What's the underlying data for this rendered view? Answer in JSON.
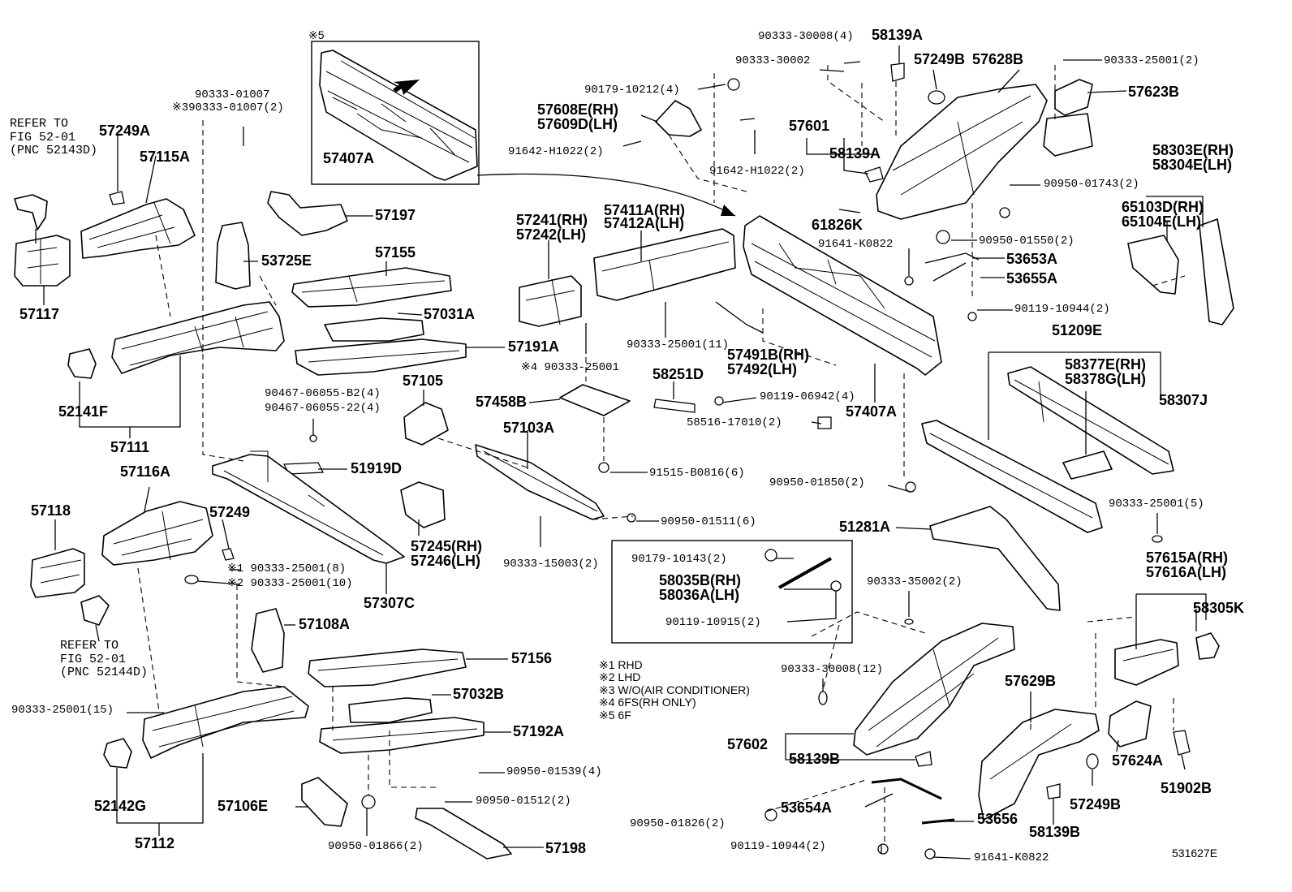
{
  "labels": {
    "l_5": "※5",
    "l_57407a_top": "57407A",
    "l_90333_01007": "90333-01007",
    "l_3_90333_01007": "※390333-01007(2)",
    "l_refer1": "REFER TO\nFIG 52-01\n(PNC 52143D)",
    "l_57249a": "57249A",
    "l_57115a": "57115A",
    "l_57117": "57117",
    "l_57197": "57197",
    "l_53725e": "53725E",
    "l_57155": "57155",
    "l_57031a": "57031A",
    "l_57191a": "57191A",
    "l_4_90333_25001": "※4 90333-25001",
    "l_52141f": "52141F",
    "l_57111": "57111",
    "l_90467_b2": "90467-06055-B2(4)",
    "l_90467_22": "90467-06055-22(4)",
    "l_57105": "57105",
    "l_51919d": "51919D",
    "l_57116a": "57116A",
    "l_57118": "57118",
    "l_57249": "57249",
    "l_1_90333_25001": "※1 90333-25001(8)",
    "l_2_90333_25001": "※2 90333-25001(10)",
    "l_57245": "57245(RH)",
    "l_57246": "57246(LH)",
    "l_57307c": "57307C",
    "l_refer2": "REFER TO\nFIG 52-01\n(PNC 52144D)",
    "l_57108a": "57108A",
    "l_90333_25001_15": "90333-25001(15)",
    "l_57156": "57156",
    "l_57032b": "57032B",
    "l_57192a": "57192A",
    "l_52142g": "52142G",
    "l_57106e": "57106E",
    "l_57112": "57112",
    "l_90950_01539": "90950-01539(4)",
    "l_90950_01512": "90950-01512(2)",
    "l_90950_01866": "90950-01866(2)",
    "l_57198": "57198",
    "l_90179_10212": "90179-10212(4)",
    "l_57608e": "57608E(RH)",
    "l_57609d": "57609D(LH)",
    "l_91642_h1022_a": "91642-H1022(2)",
    "l_91642_h1022_b": "91642-H1022(2)",
    "l_57241": "57241(RH)",
    "l_57242": "57242(LH)",
    "l_57411a": "57411A(RH)",
    "l_57412a": "57412A(LH)",
    "l_90333_25001_11": "90333-25001(11)",
    "l_58251d": "58251D",
    "l_57458b": "57458B",
    "l_57103a": "57103A",
    "l_91515_b0816": "91515-B0816(6)",
    "l_90950_01511": "90950-01511(6)",
    "l_90333_15003": "90333-15003(2)",
    "l_90179_10143": "90179-10143(2)",
    "l_58035b": "58035B(RH)",
    "l_58036a": "58036A(LH)",
    "l_90119_10915": "90119-10915(2)",
    "l_notes": "※1 RHD\n※2 LHD\n※3 W/O(AIR CONDITIONER)\n※4 6FS(RH ONLY)\n※5 6F",
    "l_90333_30008_4": "90333-30008(4)",
    "l_58139a_top": "58139A",
    "l_90333_30002": "90333-30002",
    "l_57249b_top": "57249B",
    "l_57628b": "57628B",
    "l_90333_25001_2": "90333-25001(2)",
    "l_57623b": "57623B",
    "l_57601": "57601",
    "l_58139a_mid": "58139A",
    "l_90950_01743": "90950-01743(2)",
    "l_58303e": "58303E(RH)",
    "l_58304e": "58304E(LH)",
    "l_65103d": "65103D(RH)",
    "l_65104e": "65104E(LH)",
    "l_61826k": "61826K",
    "l_91641_k0822_a": "91641-K0822",
    "l_90950_01550": "90950-01550(2)",
    "l_53653a": "53653A",
    "l_53655a": "53655A",
    "l_90119_10944_a": "90119-10944(2)",
    "l_57491b": "57491B(RH)",
    "l_57492": "57492(LH)",
    "l_90119_06942": "90119-06942(4)",
    "l_58516_17010": "58516-17010(2)",
    "l_57407a": "57407A",
    "l_51209e": "51209E",
    "l_58377e": "58377E(RH)",
    "l_58378g": "58378G(LH)",
    "l_58307j": "58307J",
    "l_90950_01850": "90950-01850(2)",
    "l_51281a": "51281A",
    "l_90333_25001_5": "90333-25001(5)",
    "l_57615a": "57615A(RH)",
    "l_57616a": "57616A(LH)",
    "l_58305k": "58305K",
    "l_90333_35002": "90333-35002(2)",
    "l_90333_30008_12": "90333-30008(12)",
    "l_57629b": "57629B",
    "l_57602": "57602",
    "l_58139b_a": "58139B",
    "l_57624a": "57624A",
    "l_51902b": "51902B",
    "l_57249b": "57249B",
    "l_53654a": "53654A",
    "l_90950_01826": "90950-01826(2)",
    "l_53656": "53656",
    "l_58139b_b": "58139B",
    "l_90119_10944_b": "90119-10944(2)",
    "l_91641_k0822_b": "91641-K0822",
    "l_ref_id": "531627E"
  }
}
